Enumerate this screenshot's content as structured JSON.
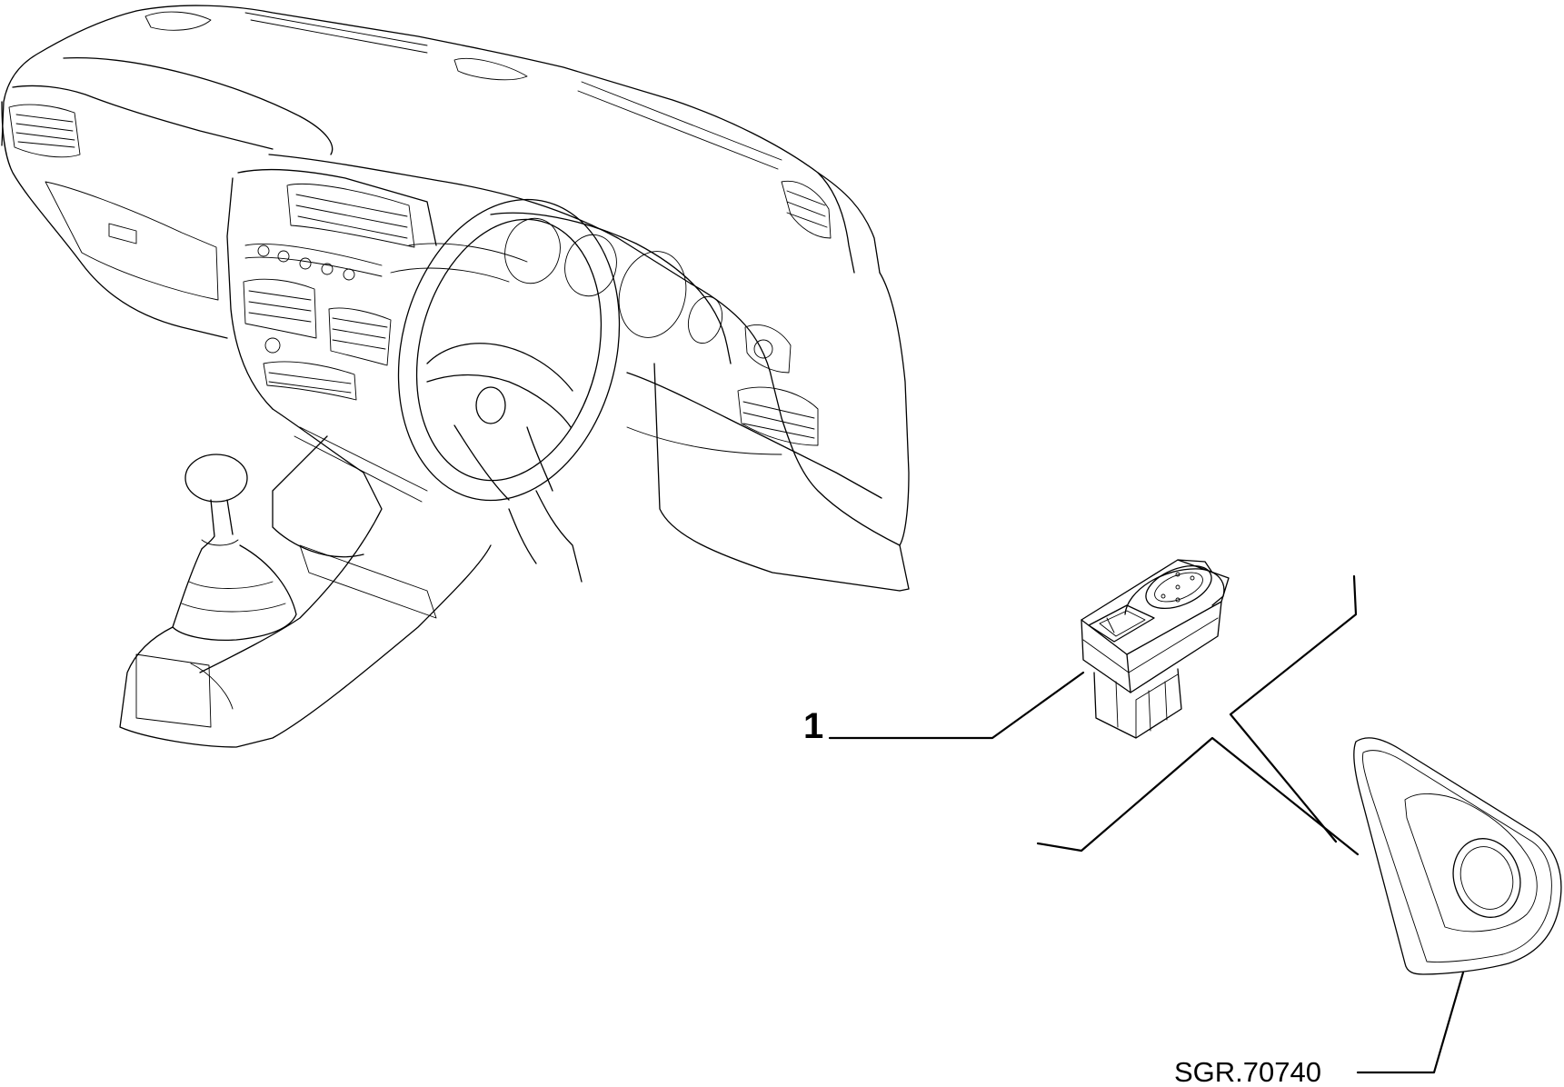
{
  "diagram": {
    "callouts": [
      {
        "id": "1",
        "label": "1"
      }
    ],
    "drawing_code": "SGR.70740",
    "line_color": "#000000",
    "background": "#ffffff"
  }
}
